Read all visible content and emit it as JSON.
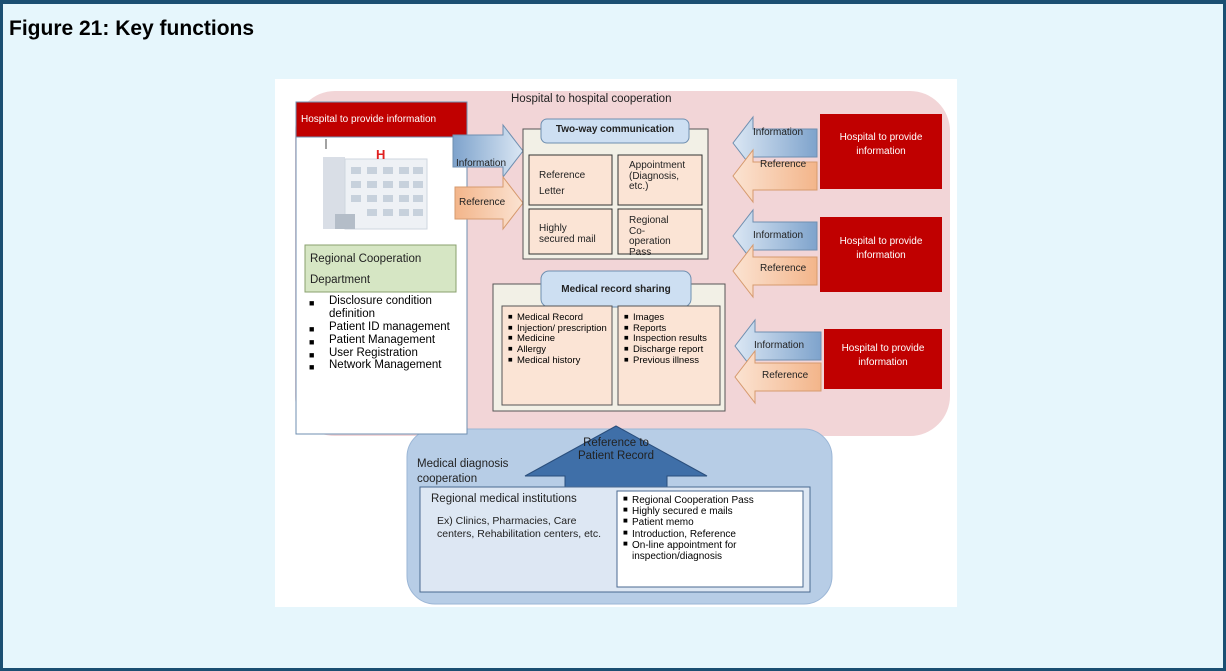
{
  "figure_title": "Figure 21: Key functions",
  "diagram": {
    "cooperation_title": "Hospital to hospital cooperation",
    "main_hospital_label": "Hospital to provide information",
    "hospital_mark": "H",
    "remote_hospitals": [
      {
        "label": "Hospital to provide information"
      },
      {
        "label": "Hospital to provide information"
      },
      {
        "label": "Hospital to provide information"
      }
    ],
    "arrow_information": "Information",
    "arrow_reference": "Reference",
    "department_label": "Regional Cooperation Department",
    "department_functions": [
      "Disclosure condition definition",
      "Patient ID management",
      "Patient Management",
      "User Registration",
      "Network Management"
    ],
    "two_way": {
      "title": "Two-way communication",
      "items": [
        "Reference Letter",
        "Appointment (Diagnosis, etc.)",
        "Highly secured mail",
        "Regional Co-operation Pass"
      ]
    },
    "record_sharing": {
      "title": "Medical record sharing",
      "left_items": [
        "Medical Record",
        "Injection/ prescription",
        "Medicine",
        "Allergy",
        "Medical history"
      ],
      "right_items": [
        "Images",
        "Reports",
        "Inspection results",
        "Discharge report",
        "Previous illness"
      ]
    },
    "reference_arrow_label": "Reference to Patient Record",
    "diagnosis_cooperation_label": "Medical diagnosis cooperation",
    "regional_institutions": {
      "title": "Regional medical institutions",
      "examples": "Ex) Clinics, Pharmacies, Care centers, Rehabilitation centers, etc.",
      "services": [
        "Regional Cooperation Pass",
        "Highly secured e mails",
        "Patient memo",
        "Introduction, Reference",
        "On-line appointment for inspection/diagnosis"
      ]
    }
  }
}
